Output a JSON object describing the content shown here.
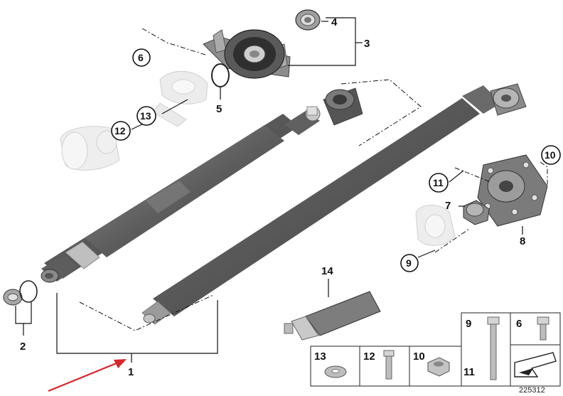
{
  "callouts": {
    "c1": "1",
    "c2": "2",
    "c3": "3",
    "c4": "4",
    "c5": "5",
    "c6": "6",
    "c7": "7",
    "c8": "8",
    "c9": "9",
    "c10": "10",
    "c11": "11",
    "c12": "12",
    "c13": "13",
    "c14": "14"
  },
  "hardware_table": {
    "h13": "13",
    "h12": "12",
    "h10": "10",
    "h11": "11",
    "h9": "9",
    "h6": "6"
  },
  "reference_number": "225312",
  "colors": {
    "shaft_dark": "#4a4a4a",
    "shaft_mid": "#6e6e6e",
    "shaft_light": "#a9a9a9",
    "ghost_part": "#e6e6e6",
    "arrow_red": "#d8262a"
  }
}
